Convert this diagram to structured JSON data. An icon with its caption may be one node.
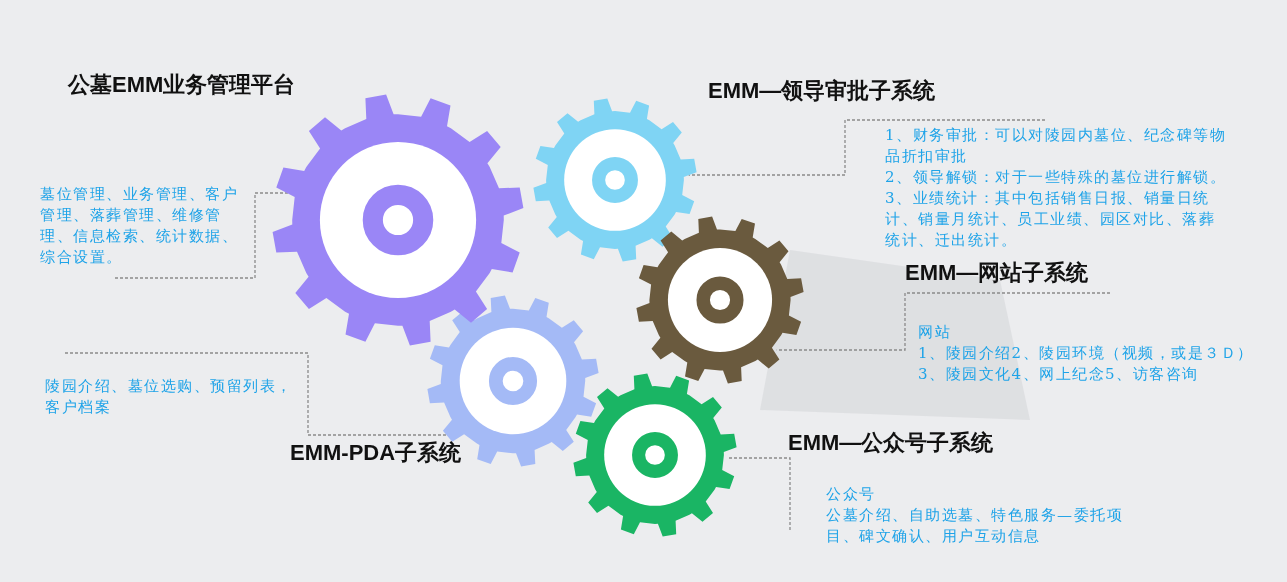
{
  "diagram": {
    "nodes": [
      {
        "text": [],
        "shape": "gear"
      },
      {
        "text": [],
        "shape": "gear"
      },
      {
        "text": [],
        "shape": "gear"
      },
      {
        "text": [],
        "shape": "gear"
      },
      {
        "text": [],
        "shape": "gear"
      },
      {
        "text": [
          "公墓EMM业务管理平台",
          "墓位管理、业务管理、客户管理、落葬管理、维修管理、信息检索、统计数据、综合设置。"
        ]
      },
      {
        "text": [
          "EMM—领导审批子系统",
          "1、财务审批：可以对陵园内墓位、纪念碑等物品折扣审批",
          "2、领导解锁：对于一些特殊的墓位进行解锁。",
          "3、业绩统计：其中包括销售日报、销量日统计、销量月统计、员工业绩、园区对比、落葬统计、迁出统计。"
        ]
      },
      {
        "text": [
          "EMM—网站子系统",
          "网站",
          "1、陵园介绍2、陵园环境（视频，或是３Ｄ）",
          "3、陵园文化4、网上纪念5、访客咨询"
        ]
      },
      {
        "text": [
          "陵园介绍、墓位选购、预留列表，客户档案",
          "EMM-PDA子系统"
        ]
      },
      {
        "text": [
          "EMM—公众号子系统",
          "公众号",
          "公墓介绍、自助选墓、特色服务—委托项目、碑文确认、用户互动信息"
        ]
      }
    ],
    "edges": [
      {
        "from": 5,
        "to": 0,
        "arrow": "none",
        "style": "dashed"
      },
      {
        "from": 6,
        "to": 1,
        "arrow": "none",
        "style": "dashed"
      },
      {
        "from": 7,
        "to": 2,
        "arrow": "none",
        "style": "dashed"
      },
      {
        "from": 8,
        "to": 3,
        "arrow": "none",
        "style": "dashed"
      },
      {
        "from": 9,
        "to": 4,
        "arrow": "none",
        "style": "dashed"
      }
    ]
  }
}
